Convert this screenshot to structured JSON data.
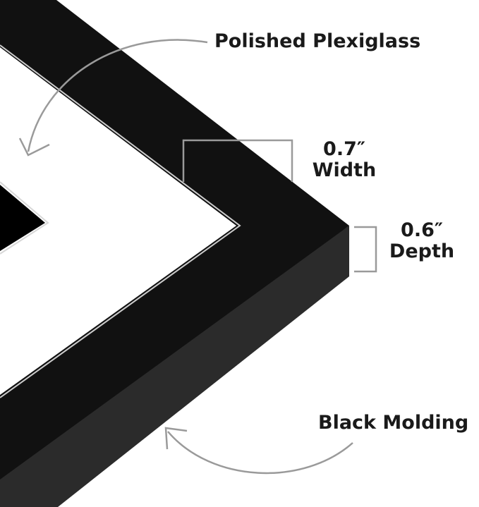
{
  "annotations": {
    "plexiglass": "Polished Plexiglass",
    "width_value": "0.7″",
    "width_label": "Width",
    "depth_value": "0.6″",
    "depth_label": "Depth",
    "molding": "Black Molding"
  },
  "colors": {
    "background": "#ffffff",
    "frame_face": "#111111",
    "frame_side": "#2b2b2b",
    "mat": "#ffffff",
    "artwork": "#000000",
    "callout_line": "#9a9a9a",
    "text": "#1a1a1a"
  }
}
